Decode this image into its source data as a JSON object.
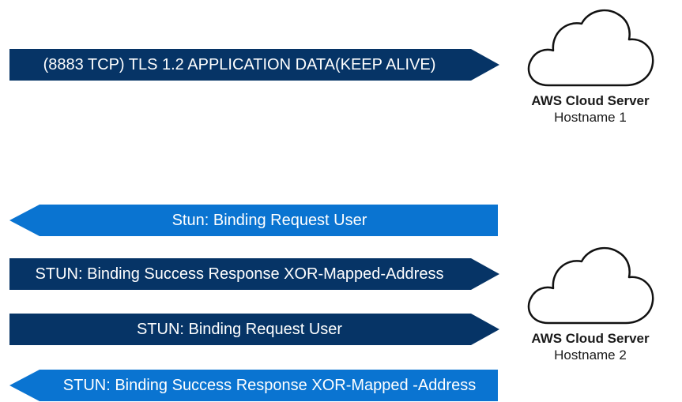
{
  "arrows": [
    {
      "label": "(8883 TCP) TLS 1.2 APPLICATION DATA(KEEP ALIVE)",
      "direction": "right",
      "color": "#063466"
    },
    {
      "label": "Stun: Binding Request User",
      "direction": "left",
      "color": "#0a74d1"
    },
    {
      "label": "STUN: Binding Success Response XOR-Mapped-Address",
      "direction": "right",
      "color": "#063466"
    },
    {
      "label": "STUN: Binding Request User",
      "direction": "right",
      "color": "#063466"
    },
    {
      "label": "STUN: Binding Success Response XOR-Mapped -Address",
      "direction": "left",
      "color": "#0a74d1"
    }
  ],
  "servers": [
    {
      "name": "AWS Cloud Server",
      "host": "Hostname 1",
      "icon": "cloud-icon"
    },
    {
      "name": "AWS Cloud Server",
      "host": "Hostname 2",
      "icon": "cloud-icon"
    }
  ]
}
